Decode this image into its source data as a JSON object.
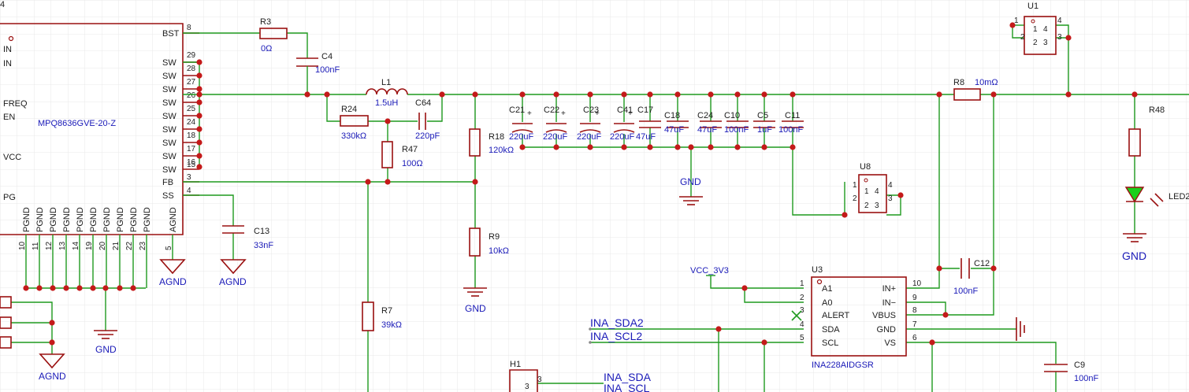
{
  "colors": {
    "wire": "#1f9a1f",
    "component": "#9a1010",
    "junction": "#c41a1a",
    "value_text": "#1a1ab8",
    "grid": "#e8e8e8",
    "led_fill": "#19d019"
  },
  "ic_main": {
    "part": "MPQ8636GVE-20-Z",
    "left_pins": [
      "4",
      "IN",
      "IN",
      "FREQ",
      "EN",
      "VCC",
      "PG"
    ],
    "right_labels": [
      "BST",
      "SW",
      "SW",
      "SW",
      "SW",
      "SW",
      "SW",
      "SW",
      "SW",
      "SW",
      "FB",
      "SS"
    ],
    "right_numbers": [
      "8",
      "29",
      "28",
      "27",
      "26",
      "25",
      "24",
      "18",
      "17",
      "16",
      "15",
      "3",
      "4"
    ],
    "bottom_labels": [
      "PGND",
      "PGND",
      "PGND",
      "PGND",
      "PGND",
      "PGND",
      "PGND",
      "PGND",
      "PGND",
      "PGND",
      "AGND"
    ],
    "bottom_numbers": [
      "10",
      "11",
      "12",
      "13",
      "14",
      "19",
      "20",
      "21",
      "22",
      "23",
      "5"
    ]
  },
  "components": {
    "R3": {
      "ref": "R3",
      "value": "0Ω"
    },
    "C4": {
      "ref": "C4",
      "value": "100nF"
    },
    "L1": {
      "ref": "L1",
      "value": "1.5uH"
    },
    "R24": {
      "ref": "R24",
      "value": "330kΩ"
    },
    "C64": {
      "ref": "C64",
      "value": "220pF"
    },
    "R47": {
      "ref": "R47",
      "value": "100Ω"
    },
    "R18": {
      "ref": "R18",
      "value": "120kΩ"
    },
    "R9": {
      "ref": "R9",
      "value": "10kΩ"
    },
    "R7": {
      "ref": "R7",
      "value": "39kΩ"
    },
    "C13": {
      "ref": "C13",
      "value": "33nF"
    },
    "C21": {
      "ref": "C21",
      "value": "220uF"
    },
    "C22": {
      "ref": "C22",
      "value": "220uF"
    },
    "C23": {
      "ref": "C23",
      "value": "220uF"
    },
    "C41": {
      "ref": "C41",
      "value": "220uF"
    },
    "C17": {
      "ref": "C17",
      "value": "47uF"
    },
    "C18": {
      "ref": "C18",
      "value": "47uF"
    },
    "C24": {
      "ref": "C24",
      "value": "47uF"
    },
    "C10": {
      "ref": "C10",
      "value": "100nF"
    },
    "C5": {
      "ref": "C5",
      "value": "1uF"
    },
    "C11": {
      "ref": "C11",
      "value": "100nF"
    },
    "R8": {
      "ref": "R8",
      "value": "10mΩ"
    },
    "R48": {
      "ref": "R48",
      "value": ""
    },
    "LED": {
      "ref": "LED2",
      "value": ""
    },
    "C12": {
      "ref": "C12",
      "value": "100nF"
    },
    "C9": {
      "ref": "C9",
      "value": "100nF"
    },
    "U1": {
      "ref": "U1",
      "pins": [
        "1",
        "2",
        "4",
        "2",
        "3",
        "3"
      ]
    },
    "U8": {
      "ref": "U8",
      "pins": [
        "1",
        "2",
        "4",
        "2",
        "3",
        "3"
      ]
    },
    "H1": {
      "ref": "H1",
      "pin": "3"
    }
  },
  "ina": {
    "ref": "U3",
    "part": "INA228AIDGSR",
    "left_labels": [
      "A1",
      "A0",
      "ALERT",
      "SDA",
      "SCL"
    ],
    "left_numbers": [
      "1",
      "2",
      "3",
      "4",
      "5"
    ],
    "right_labels": [
      "IN+",
      "IN−",
      "VBUS",
      "GND",
      "VS"
    ],
    "right_numbers": [
      "10",
      "9",
      "8",
      "7",
      "6"
    ]
  },
  "nets": {
    "vcc": "VCC_3V3",
    "sda2": "INA_SDA2",
    "scl2": "INA_SCL2",
    "sda": "INA_SDA",
    "scl": "INA_SCL"
  },
  "grounds": {
    "agnd1": "AGND",
    "agnd2": "AGND",
    "agnd3": "AGND",
    "gnd1": "GND",
    "gnd2": "GND",
    "gnd3": "GND",
    "gnd4": "GND"
  }
}
